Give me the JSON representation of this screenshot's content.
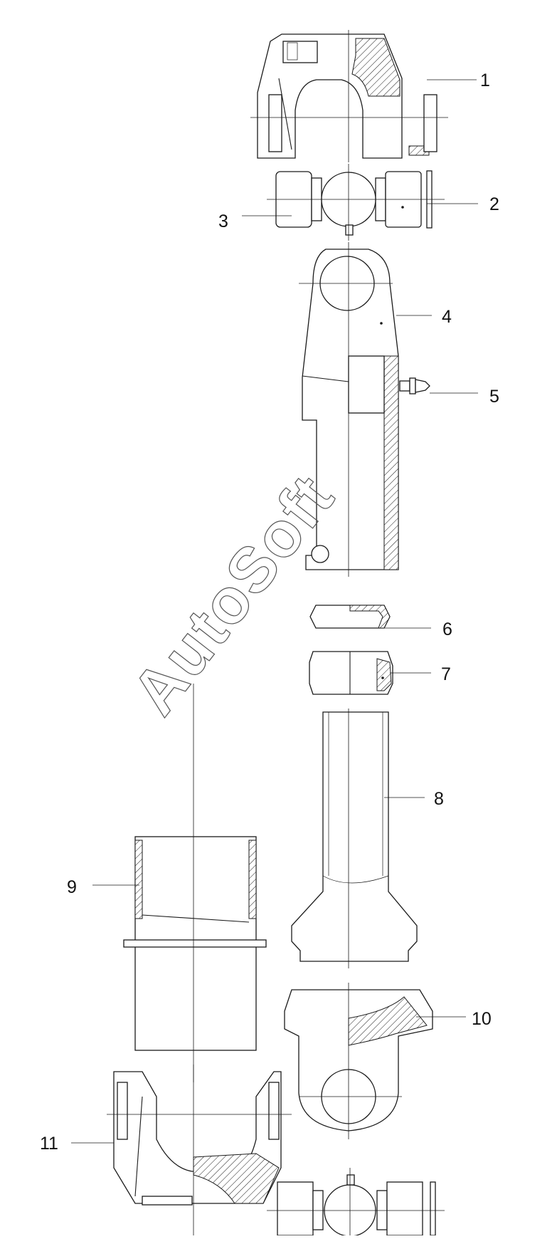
{
  "diagram": {
    "callouts": [
      {
        "id": "part-1",
        "label": "1"
      },
      {
        "id": "part-2",
        "label": "2"
      },
      {
        "id": "part-3",
        "label": "3"
      },
      {
        "id": "part-4",
        "label": "4"
      },
      {
        "id": "part-5",
        "label": "5"
      },
      {
        "id": "part-6",
        "label": "6"
      },
      {
        "id": "part-7",
        "label": "7"
      },
      {
        "id": "part-8",
        "label": "8"
      },
      {
        "id": "part-9",
        "label": "9"
      },
      {
        "id": "part-10",
        "label": "10"
      },
      {
        "id": "part-11",
        "label": "11"
      }
    ],
    "watermark": "AutoSoft"
  }
}
